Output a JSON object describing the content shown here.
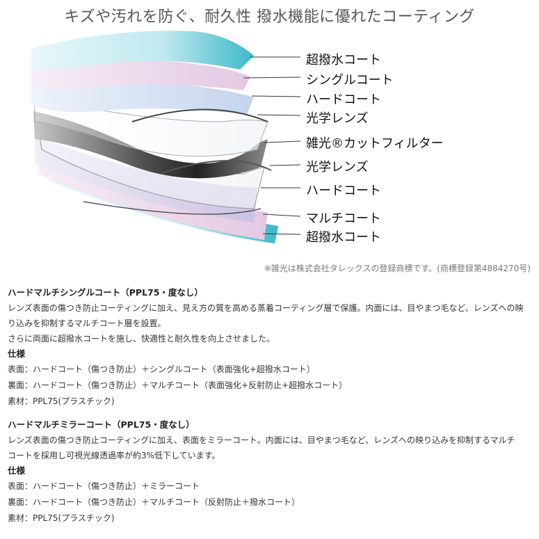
{
  "headline": "キズや汚れを防ぐ、耐久性 撥水機能に優れたコーティング",
  "layers": [
    "超撥水コート",
    "シングルコート",
    "ハードコート",
    "光学レンズ",
    "雑光®カットフィルター",
    "光学レンズ",
    "ハードコート",
    "マルチコート",
    "超撥水コート"
  ],
  "trademark_note": "※雑光は株式会社タレックスの登録商標です。(商標登録第4884270号)",
  "product1": {
    "title": "ハードマルチシングルコート（PPL75・度なし）",
    "desc1": "レンズ表面の傷つき防止コーティングに加え、見え方の質を高める蒸着コーティング層で保護。内面には、目やまつ毛など、レンズへの映",
    "desc2": "り込みを抑制するマルチコート層を設置。",
    "desc3": "さらに両面に超撥水コートを施し、快適性と耐久性を向上させました。",
    "spec_heading": "仕様",
    "front": "表面：ハードコート（傷つき防止）＋シングルコート（表面強化+超撥水コート）",
    "back": "裏面：ハードコート（傷つき防止）＋マルチコート（表面強化+反射防止+超撥水コート）",
    "material": "素材：PPL75(プラスチック)"
  },
  "product2": {
    "title": "ハードマルチミラーコート（PPL75・度なし）",
    "desc1": "レンズ表面の傷つき防止コーティングに加え、表面をミラーコート。内面には、目やまつ毛など、レンズへの映り込みを抑制するマルチ",
    "desc2": "コートを採用し可視光線透過率が約3%低下しています。",
    "spec_heading": "仕様",
    "front": "表面：ハードコート（傷つき防止）＋ミラーコート",
    "back": "裏面：ハードコート（傷つき防止）＋マルチコート（反射防止＋撥水コート）",
    "material": "素材：PPL75(プラスチック)"
  }
}
